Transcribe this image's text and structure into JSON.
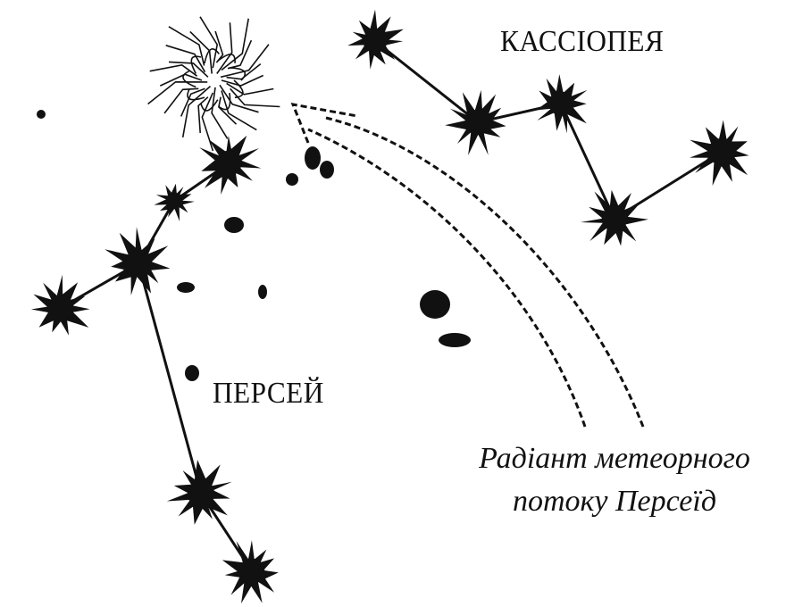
{
  "labels": {
    "cassiopeia": "КАССІОПЕЯ",
    "perseus": "ПЕРСЕЙ",
    "radiant_caption_line1": "Радіант метеорного",
    "radiant_caption_line2": "потоку Персеїд"
  },
  "colors": {
    "ink": "#111111",
    "background": "#ffffff"
  },
  "icons": {
    "star": "star-burst-icon",
    "radiant": "radiant-burst-icon",
    "arrow": "dashed-arrow-icon"
  }
}
